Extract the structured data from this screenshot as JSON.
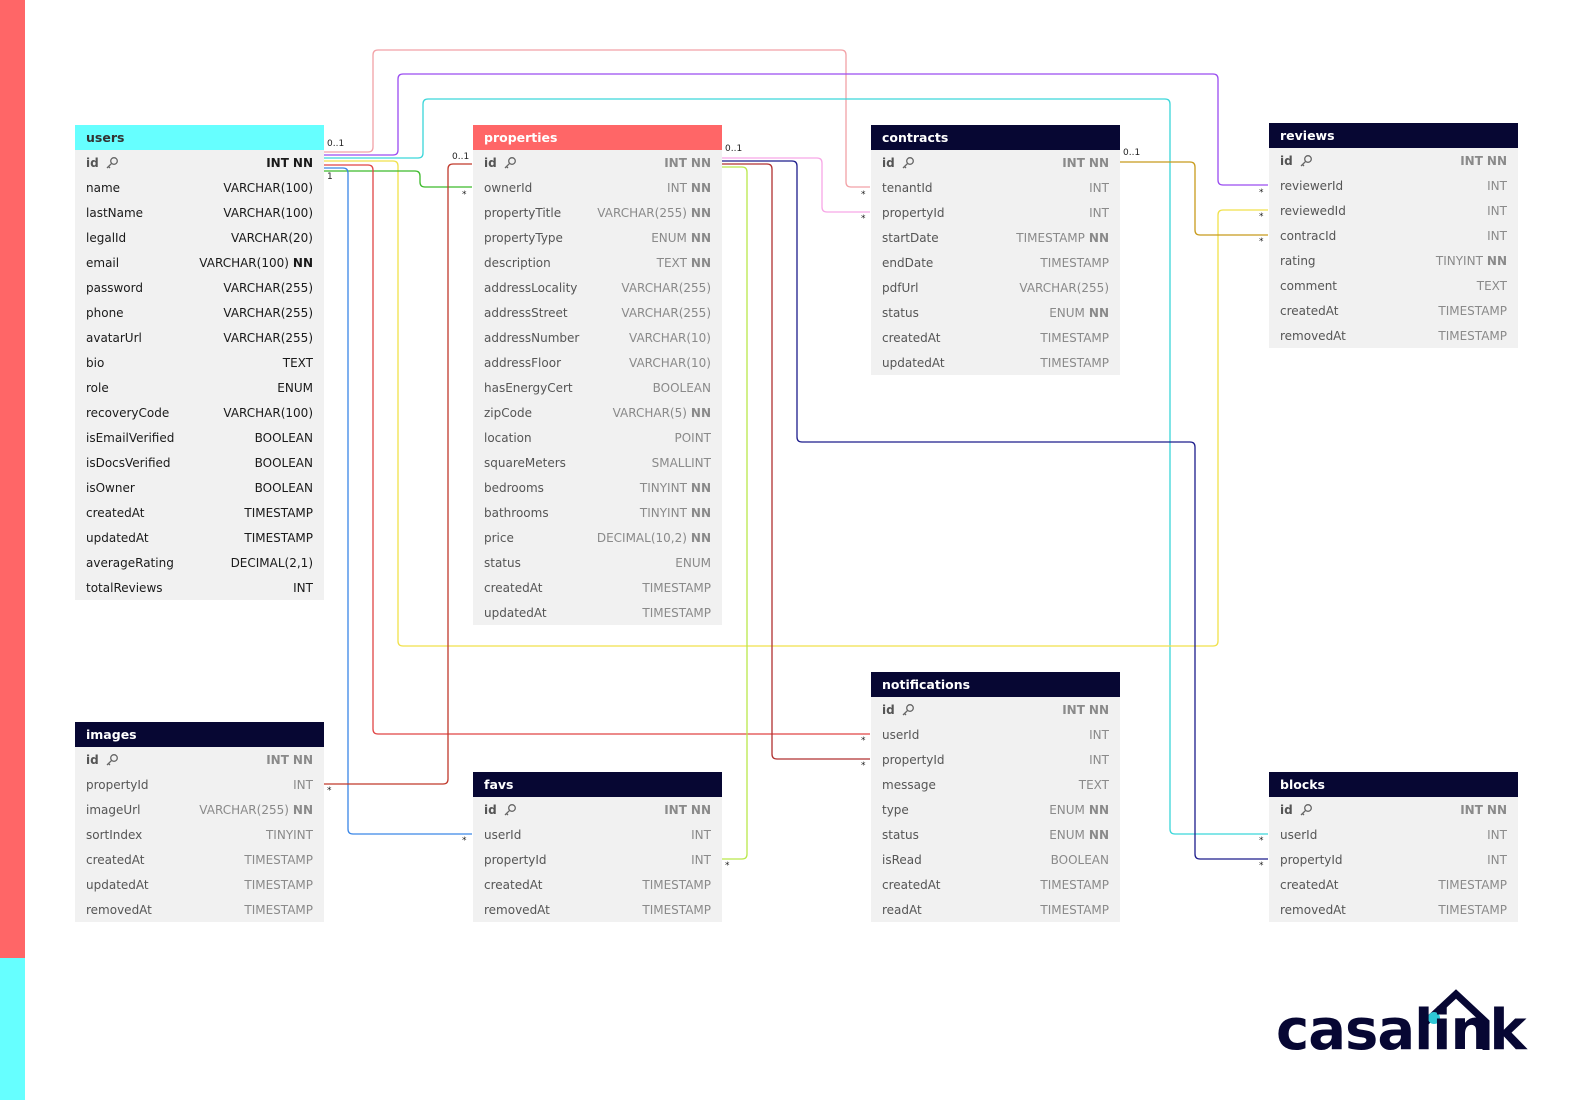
{
  "colors": {
    "accent_coral": "#ff6667",
    "accent_cyan": "#66ffff",
    "header_navy": "#070733",
    "table_bg": "#f1f1f1"
  },
  "logo": {
    "text": "casalink"
  },
  "cardinalities": {
    "zero_one": "0..1",
    "one": "1",
    "many": "*"
  },
  "tables": [
    {
      "name": "users",
      "rows": [
        {
          "field": "id",
          "type": "INT",
          "nn": "NN",
          "pk": true
        },
        {
          "field": "name",
          "type": "VARCHAR(100)",
          "nn": ""
        },
        {
          "field": "lastName",
          "type": "VARCHAR(100)",
          "nn": ""
        },
        {
          "field": "legalId",
          "type": "VARCHAR(20)",
          "nn": ""
        },
        {
          "field": "email",
          "type": "VARCHAR(100)",
          "nn": "NN"
        },
        {
          "field": "password",
          "type": "VARCHAR(255)",
          "nn": ""
        },
        {
          "field": "phone",
          "type": "VARCHAR(255)",
          "nn": ""
        },
        {
          "field": "avatarUrl",
          "type": "VARCHAR(255)",
          "nn": ""
        },
        {
          "field": "bio",
          "type": "TEXT",
          "nn": ""
        },
        {
          "field": "role",
          "type": "ENUM",
          "nn": ""
        },
        {
          "field": "recoveryCode",
          "type": "VARCHAR(100)",
          "nn": ""
        },
        {
          "field": "isEmailVerified",
          "type": "BOOLEAN",
          "nn": ""
        },
        {
          "field": "isDocsVerified",
          "type": "BOOLEAN",
          "nn": ""
        },
        {
          "field": "isOwner",
          "type": "BOOLEAN",
          "nn": ""
        },
        {
          "field": "createdAt",
          "type": "TIMESTAMP",
          "nn": ""
        },
        {
          "field": "updatedAt",
          "type": "TIMESTAMP",
          "nn": ""
        },
        {
          "field": "averageRating",
          "type": "DECIMAL(2,1)",
          "nn": ""
        },
        {
          "field": "totalReviews",
          "type": "INT",
          "nn": ""
        }
      ]
    },
    {
      "name": "properties",
      "rows": [
        {
          "field": "id",
          "type": "INT",
          "nn": "NN",
          "pk": true
        },
        {
          "field": "ownerId",
          "type": "INT",
          "nn": "NN"
        },
        {
          "field": "propertyTitle",
          "type": "VARCHAR(255)",
          "nn": "NN"
        },
        {
          "field": "propertyType",
          "type": "ENUM",
          "nn": "NN"
        },
        {
          "field": "description",
          "type": "TEXT",
          "nn": "NN"
        },
        {
          "field": "addressLocality",
          "type": "VARCHAR(255)",
          "nn": ""
        },
        {
          "field": "addressStreet",
          "type": "VARCHAR(255)",
          "nn": ""
        },
        {
          "field": "addressNumber",
          "type": "VARCHAR(10)",
          "nn": ""
        },
        {
          "field": "addressFloor",
          "type": "VARCHAR(10)",
          "nn": ""
        },
        {
          "field": "hasEnergyCert",
          "type": "BOOLEAN",
          "nn": ""
        },
        {
          "field": "zipCode",
          "type": "VARCHAR(5)",
          "nn": "NN"
        },
        {
          "field": "location",
          "type": "POINT",
          "nn": ""
        },
        {
          "field": "squareMeters",
          "type": "SMALLINT",
          "nn": ""
        },
        {
          "field": "bedrooms",
          "type": "TINYINT",
          "nn": "NN"
        },
        {
          "field": "bathrooms",
          "type": "TINYINT",
          "nn": "NN"
        },
        {
          "field": "price",
          "type": "DECIMAL(10,2)",
          "nn": "NN"
        },
        {
          "field": "status",
          "type": "ENUM",
          "nn": ""
        },
        {
          "field": "createdAt",
          "type": "TIMESTAMP",
          "nn": ""
        },
        {
          "field": "updatedAt",
          "type": "TIMESTAMP",
          "nn": ""
        }
      ]
    },
    {
      "name": "contracts",
      "rows": [
        {
          "field": "id",
          "type": "INT",
          "nn": "NN",
          "pk": true
        },
        {
          "field": "tenantId",
          "type": "INT",
          "nn": ""
        },
        {
          "field": "propertyId",
          "type": "INT",
          "nn": ""
        },
        {
          "field": "startDate",
          "type": "TIMESTAMP",
          "nn": "NN"
        },
        {
          "field": "endDate",
          "type": "TIMESTAMP",
          "nn": ""
        },
        {
          "field": "pdfUrl",
          "type": "VARCHAR(255)",
          "nn": ""
        },
        {
          "field": "status",
          "type": "ENUM",
          "nn": "NN"
        },
        {
          "field": "createdAt",
          "type": "TIMESTAMP",
          "nn": ""
        },
        {
          "field": "updatedAt",
          "type": "TIMESTAMP",
          "nn": ""
        }
      ]
    },
    {
      "name": "reviews",
      "rows": [
        {
          "field": "id",
          "type": "INT",
          "nn": "NN",
          "pk": true
        },
        {
          "field": "reviewerId",
          "type": "INT",
          "nn": ""
        },
        {
          "field": "reviewedId",
          "type": "INT",
          "nn": ""
        },
        {
          "field": "contracId",
          "type": "INT",
          "nn": ""
        },
        {
          "field": "rating",
          "type": "TINYINT",
          "nn": "NN"
        },
        {
          "field": "comment",
          "type": "TEXT",
          "nn": ""
        },
        {
          "field": "createdAt",
          "type": "TIMESTAMP",
          "nn": ""
        },
        {
          "field": "removedAt",
          "type": "TIMESTAMP",
          "nn": ""
        }
      ]
    },
    {
      "name": "notifications",
      "rows": [
        {
          "field": "id",
          "type": "INT",
          "nn": "NN",
          "pk": true
        },
        {
          "field": "userId",
          "type": "INT",
          "nn": ""
        },
        {
          "field": "propertyId",
          "type": "INT",
          "nn": ""
        },
        {
          "field": "message",
          "type": "TEXT",
          "nn": ""
        },
        {
          "field": "type",
          "type": "ENUM",
          "nn": "NN"
        },
        {
          "field": "status",
          "type": "ENUM",
          "nn": "NN"
        },
        {
          "field": "isRead",
          "type": "BOOLEAN",
          "nn": ""
        },
        {
          "field": "createdAt",
          "type": "TIMESTAMP",
          "nn": ""
        },
        {
          "field": "readAt",
          "type": "TIMESTAMP",
          "nn": ""
        }
      ]
    },
    {
      "name": "images",
      "rows": [
        {
          "field": "id",
          "type": "INT",
          "nn": "NN",
          "pk": true
        },
        {
          "field": "propertyId",
          "type": "INT",
          "nn": ""
        },
        {
          "field": "imageUrl",
          "type": "VARCHAR(255)",
          "nn": "NN"
        },
        {
          "field": "sortIndex",
          "type": "TINYINT",
          "nn": ""
        },
        {
          "field": "createdAt",
          "type": "TIMESTAMP",
          "nn": ""
        },
        {
          "field": "updatedAt",
          "type": "TIMESTAMP",
          "nn": ""
        },
        {
          "field": "removedAt",
          "type": "TIMESTAMP",
          "nn": ""
        }
      ]
    },
    {
      "name": "favs",
      "rows": [
        {
          "field": "id",
          "type": "INT",
          "nn": "NN",
          "pk": true
        },
        {
          "field": "userId",
          "type": "INT",
          "nn": ""
        },
        {
          "field": "propertyId",
          "type": "INT",
          "nn": ""
        },
        {
          "field": "createdAt",
          "type": "TIMESTAMP",
          "nn": ""
        },
        {
          "field": "removedAt",
          "type": "TIMESTAMP",
          "nn": ""
        }
      ]
    },
    {
      "name": "blocks",
      "rows": [
        {
          "field": "id",
          "type": "INT",
          "nn": "NN",
          "pk": true
        },
        {
          "field": "userId",
          "type": "INT",
          "nn": ""
        },
        {
          "field": "propertyId",
          "type": "INT",
          "nn": ""
        },
        {
          "field": "createdAt",
          "type": "TIMESTAMP",
          "nn": ""
        },
        {
          "field": "removedAt",
          "type": "TIMESTAMP",
          "nn": ""
        }
      ]
    }
  ]
}
